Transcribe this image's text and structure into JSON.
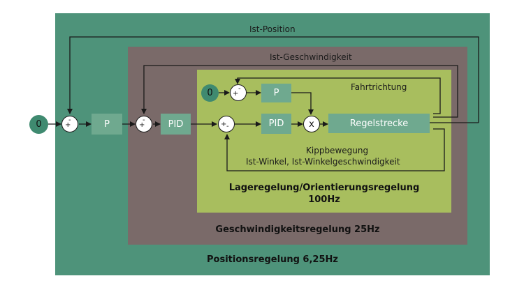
{
  "colors": {
    "outer": "#4e937a",
    "middle": "#7a6a69",
    "inner": "#a8be5e",
    "block": "#6fa98f",
    "node": "#3f8a70",
    "line": "#1a1a1a"
  },
  "regions": {
    "position": {
      "title": "Positionsregelung 6,25Hz"
    },
    "velocity": {
      "title": "Geschwindigkeitsregelung 25Hz"
    },
    "attitude": {
      "title_line1": "Lageregelung/Orientierungsregelung",
      "title_line2": "100Hz"
    }
  },
  "inputs": {
    "outer": "0",
    "inner": "0"
  },
  "blocks": {
    "p_position": "P",
    "pid_velocity": "PID",
    "p_direction": "P",
    "pid_attitude": "PID",
    "plant": "Regelstrecke",
    "multiplier": "x"
  },
  "feedback_labels": {
    "position": "Ist-Position",
    "velocity": "Ist-Geschwindigkeit",
    "direction": "Fahrtrichtung",
    "tilt_line1": "Kippbewegung",
    "tilt_line2": "Ist-Winkel, Ist-Winkelgeschwindigkeit"
  },
  "sum_signs": {
    "plus": "+",
    "minus": "-"
  }
}
